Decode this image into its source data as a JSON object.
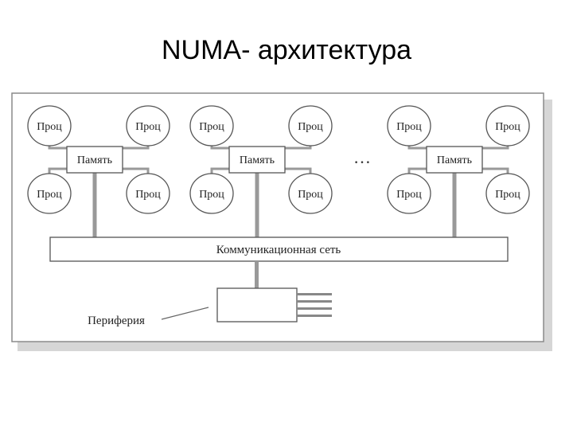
{
  "slide": {
    "title": "NUMA- архитектура"
  },
  "diagram": {
    "processor_label": "Проц",
    "memory_label": "Память",
    "ellipsis": "…",
    "network_label": "Коммуникационная сеть",
    "periphery_label": "Периферия"
  }
}
